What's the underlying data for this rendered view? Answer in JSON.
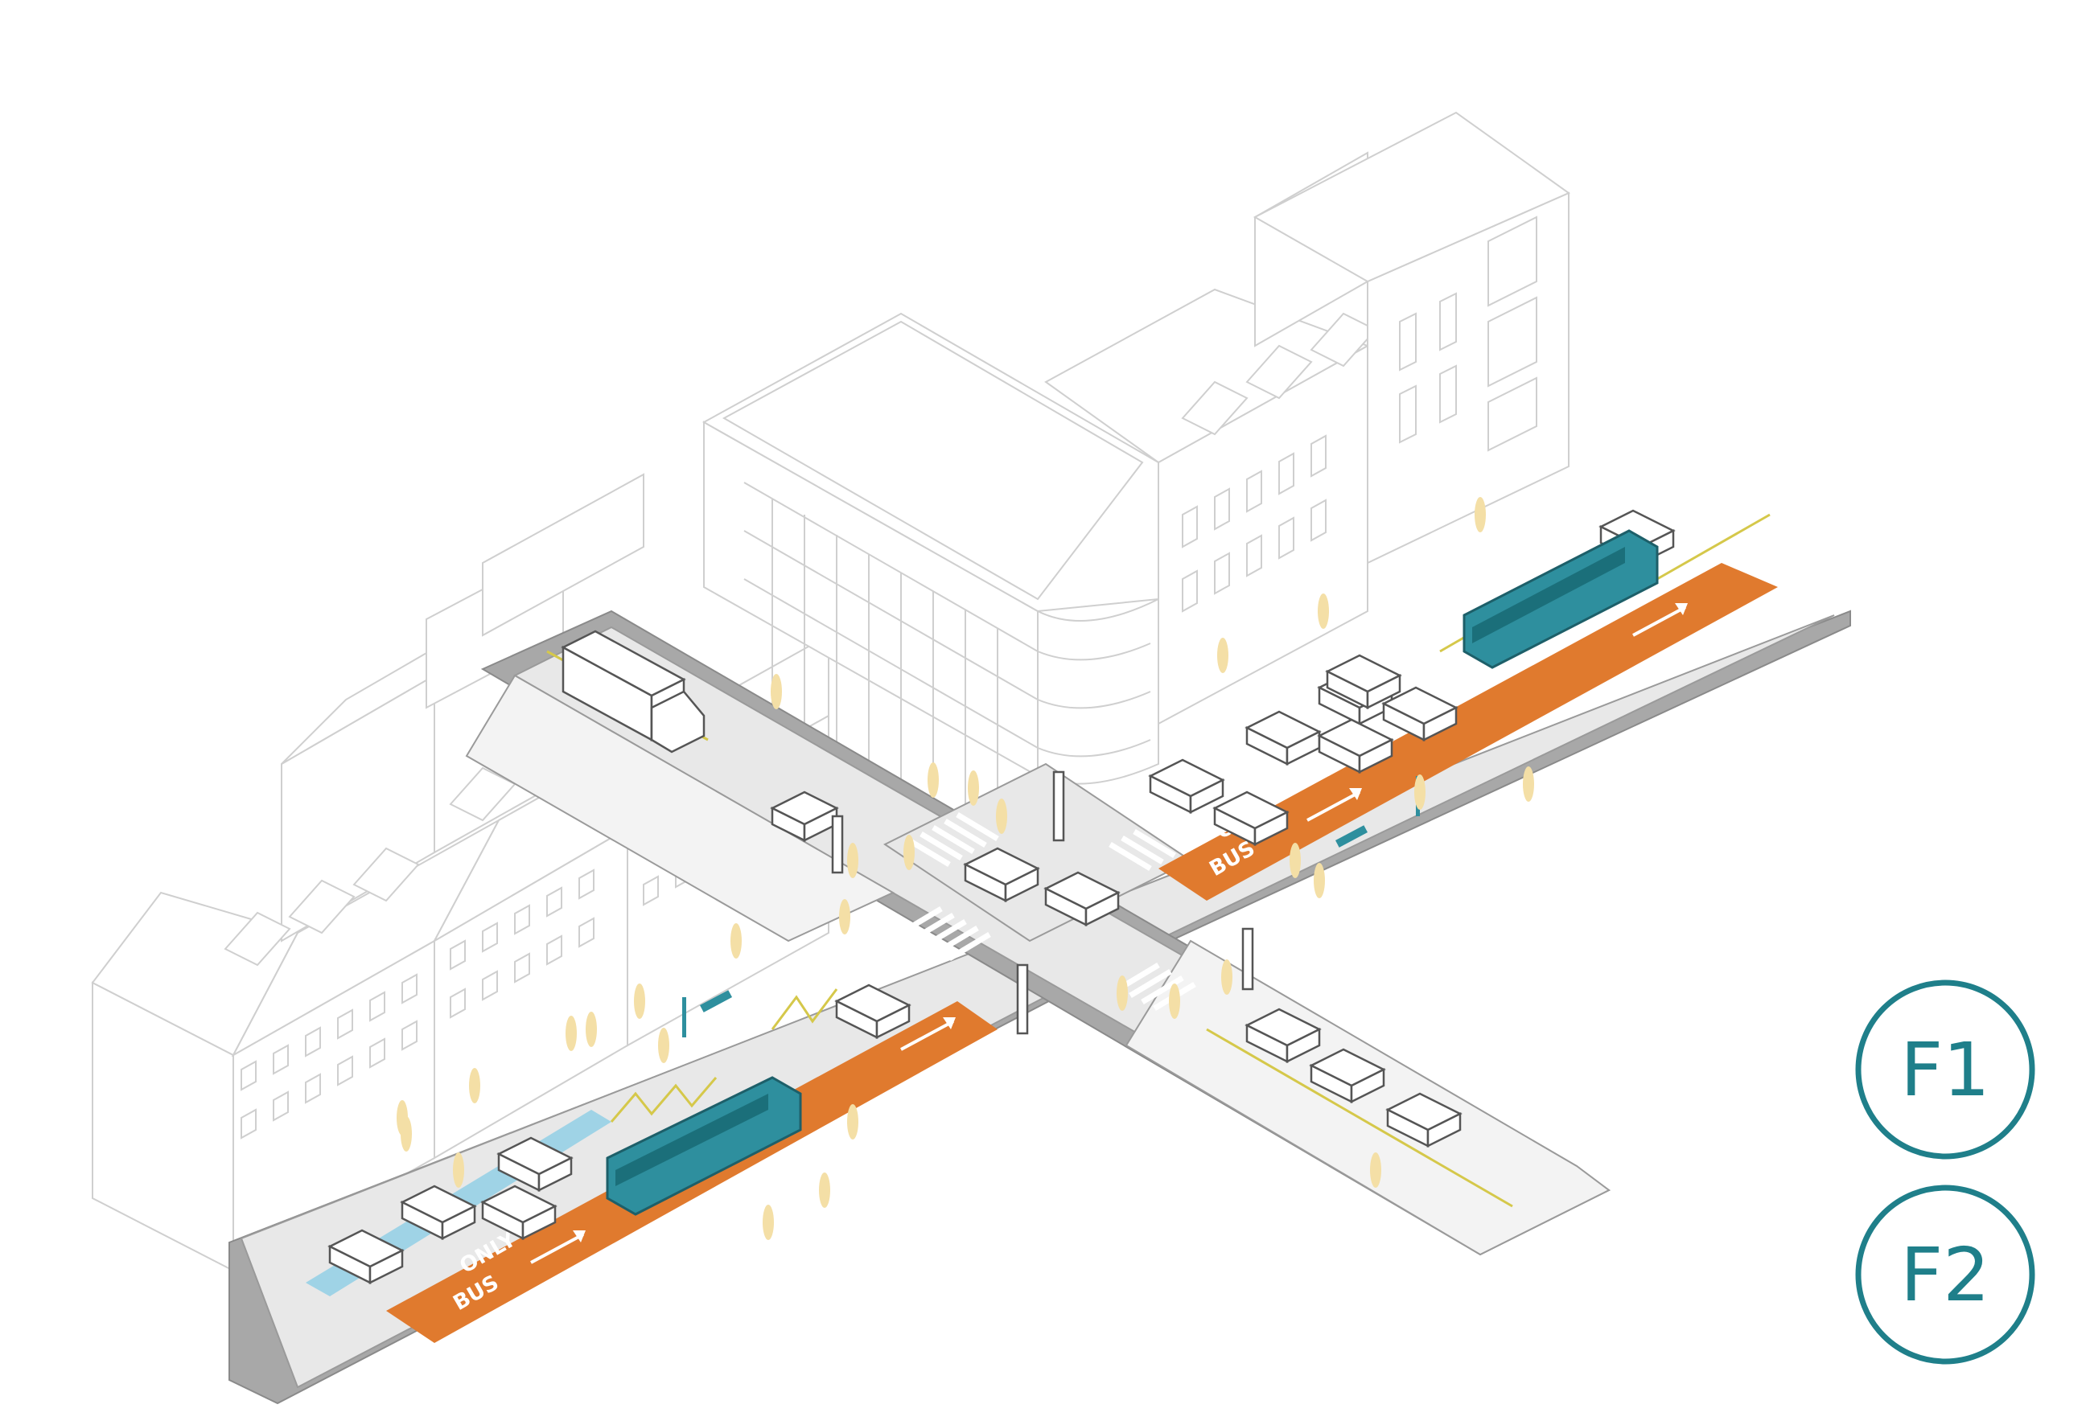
{
  "lane_markings": {
    "bus_word": "BUS",
    "only_word": "ONLY"
  },
  "badges": [
    {
      "label": "F1"
    },
    {
      "label": "F2"
    }
  ],
  "colors": {
    "bus_lane": "#e07a2e",
    "bus": "#2e8f9e",
    "cycle_lane": "#9fd3e6",
    "badge": "#1f7f8a",
    "pedestrian": "#f4dfa6"
  }
}
